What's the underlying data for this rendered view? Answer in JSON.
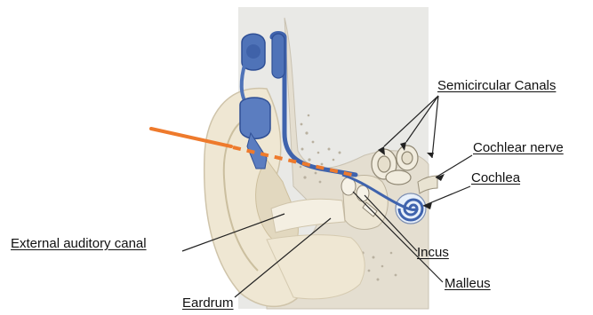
{
  "labels": {
    "semicircular_canals": "Semicircular Canals",
    "cochlear_nerve": "Cochlear nerve",
    "cochlea": "Cochlea",
    "external_auditory_canal": "External auditory canal",
    "incus": "Incus",
    "malleus": "Malleus",
    "eardrum": "Eardrum"
  },
  "colors": {
    "implant_blue": "#4f73b8",
    "implant_blue_dark": "#2f4f95",
    "electrode_orange": "#ee7a2c",
    "skin": "#efe7d2",
    "skin_shadow": "#d9cfb7",
    "bone": "#e9e4d4",
    "background_panel": "#e8e8e3",
    "leader_line": "#222222"
  }
}
